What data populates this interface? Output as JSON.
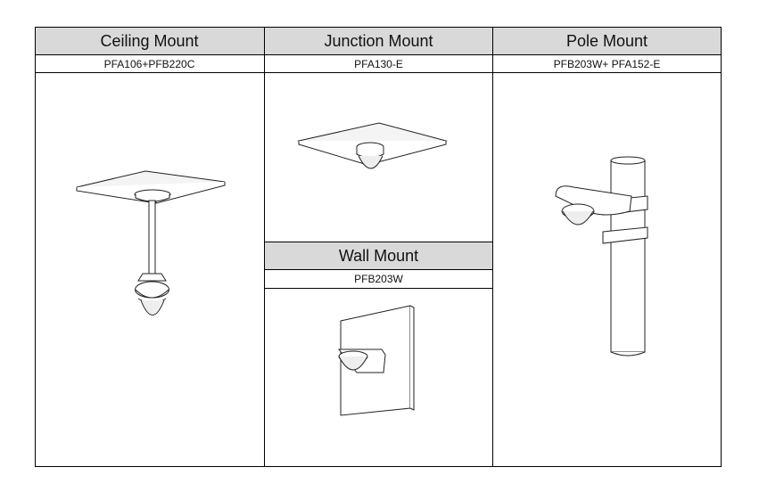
{
  "table": {
    "columns": [
      {
        "title": "Ceiling Mount",
        "model": "PFA106+PFB220C",
        "icon": "ceiling-mount-illustration"
      },
      {
        "title": "Junction Mount",
        "model": "PFA130-E",
        "icon": "junction-mount-illustration"
      },
      {
        "title": "Pole Mount",
        "model": "PFB203W+ PFA152-E",
        "icon": "pole-mount-illustration"
      }
    ],
    "wall": {
      "title": "Wall Mount",
      "model": "PFB203W",
      "icon": "wall-mount-illustration"
    }
  },
  "colors": {
    "header_bg": "#d9d9d9",
    "border": "#000000"
  }
}
